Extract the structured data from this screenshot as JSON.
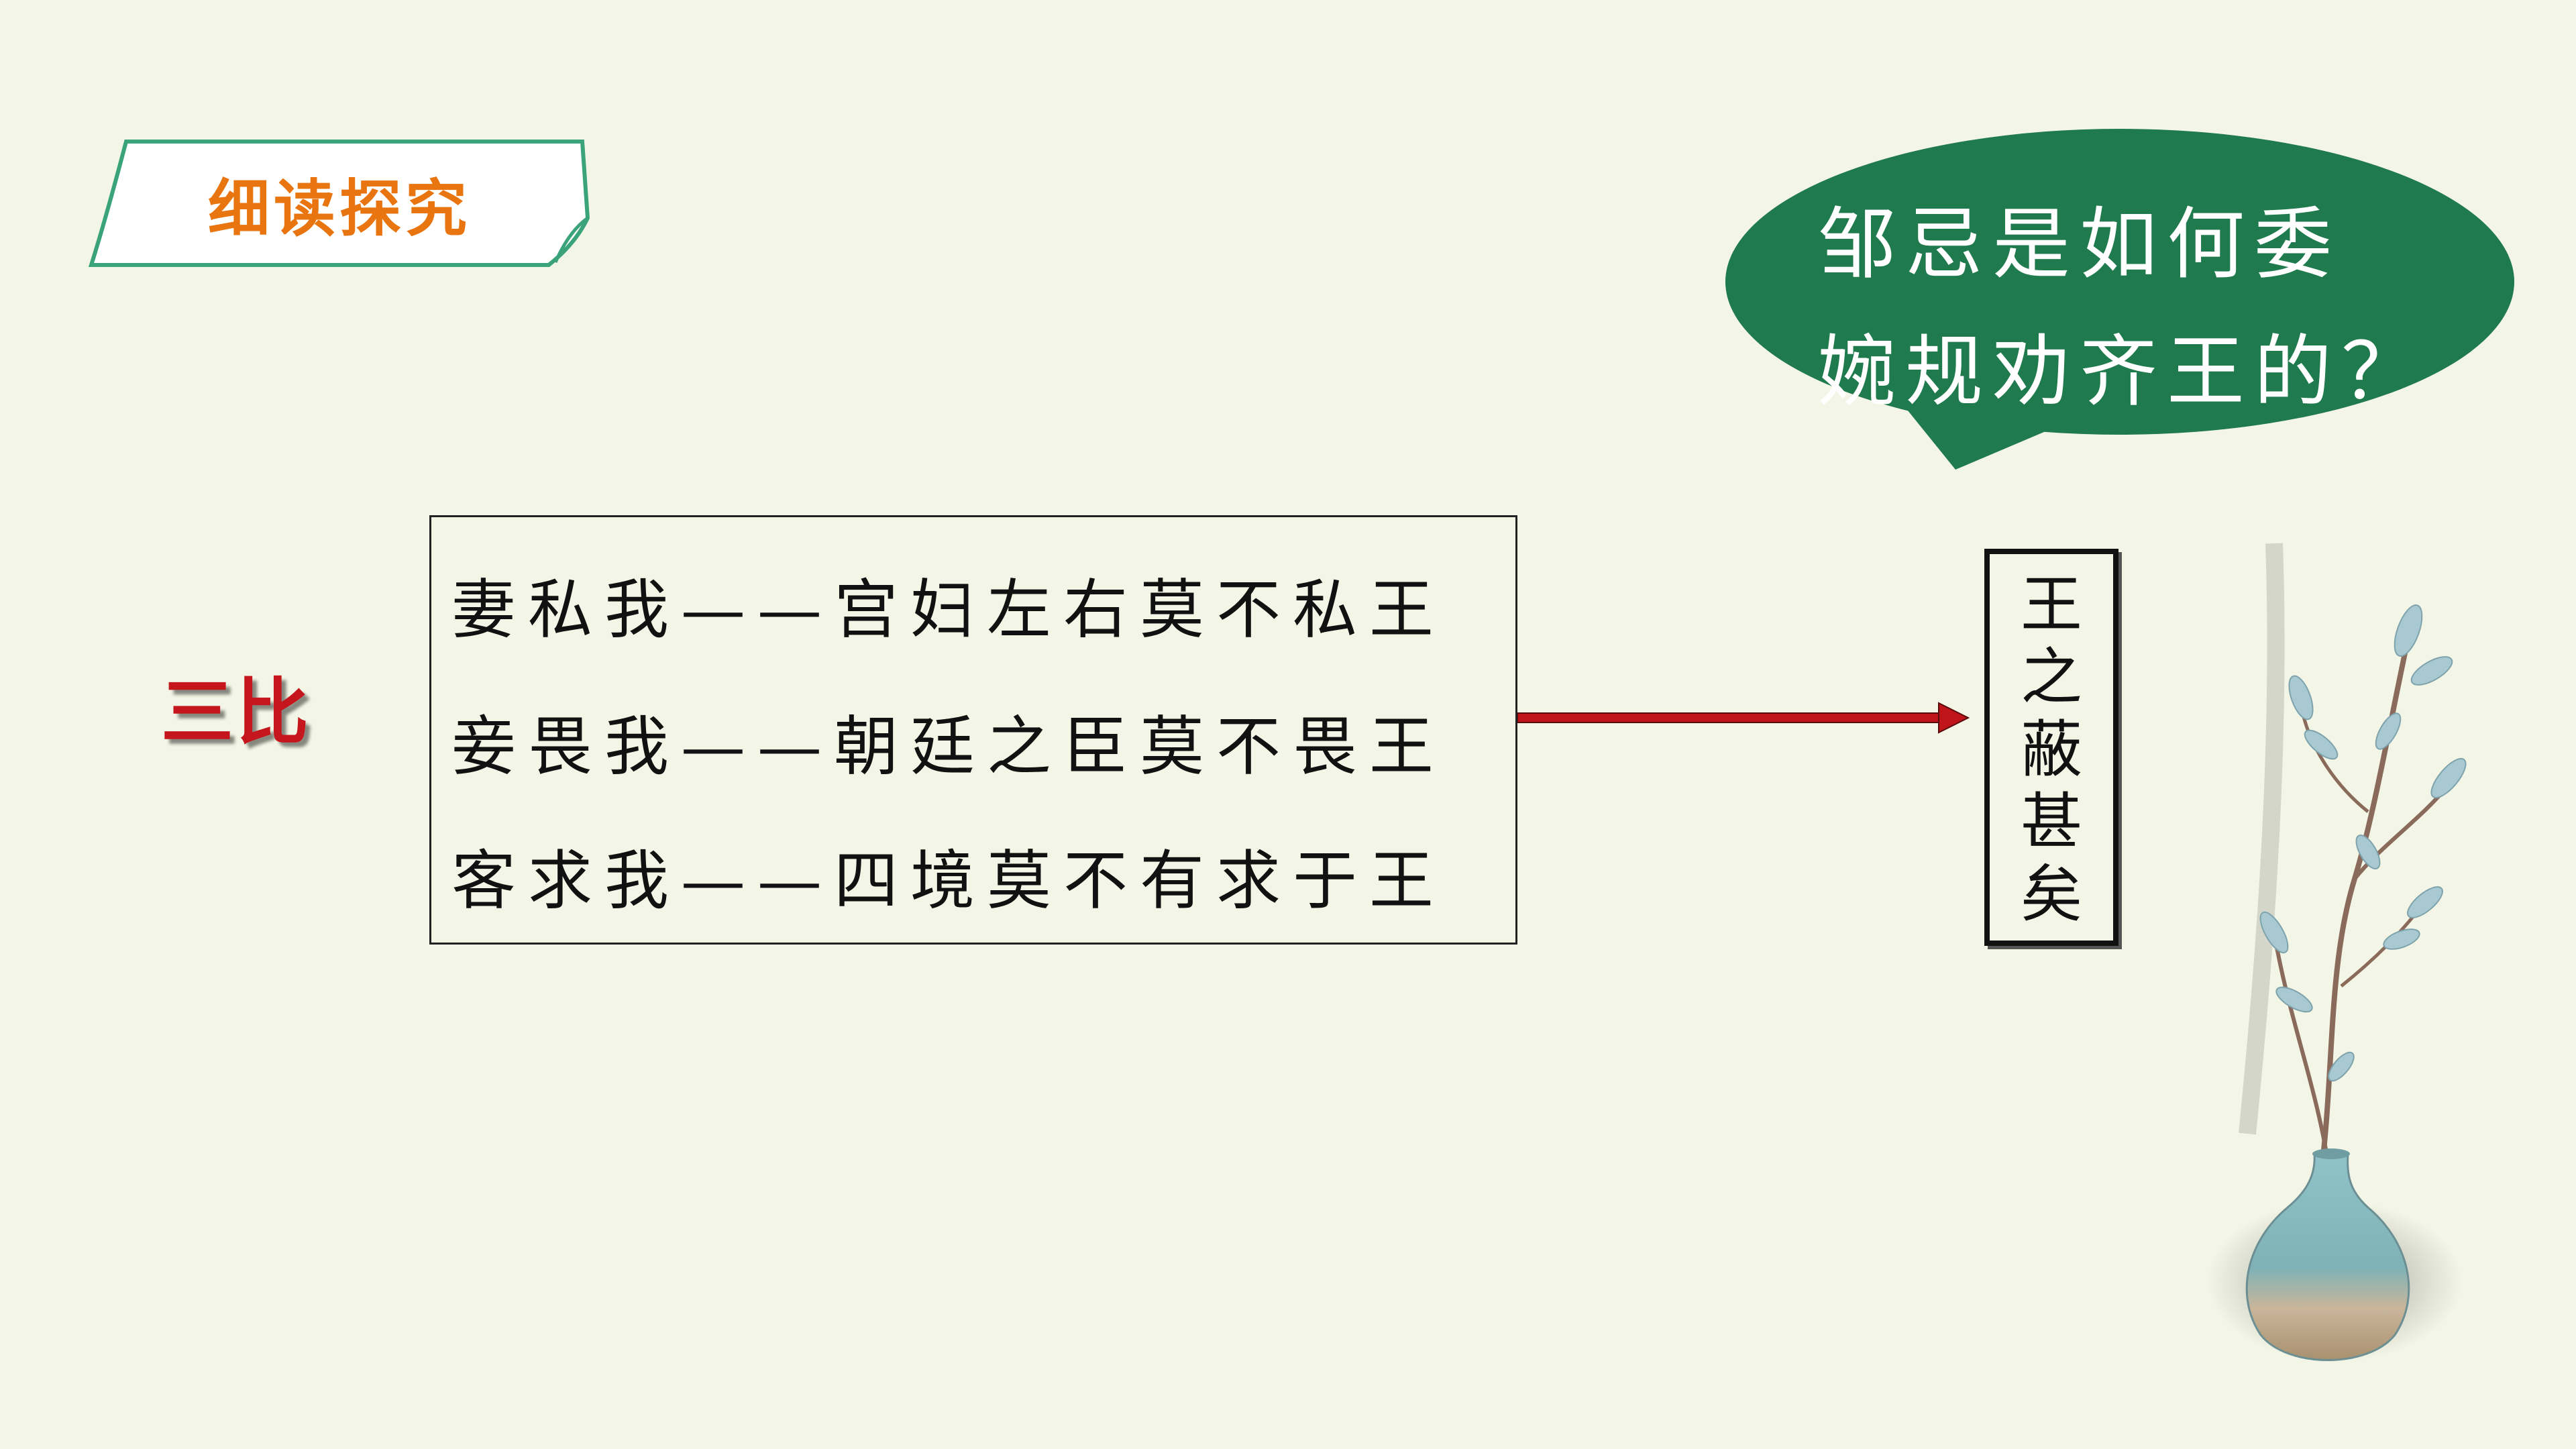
{
  "section_tag": {
    "label": "细读探究"
  },
  "question": {
    "lines": [
      "邹忌是如何委",
      "婉规劝齐王的？"
    ]
  },
  "comparison_label": "三比",
  "comparisons": [
    {
      "text": "妻私我——宫妇左右莫不私王"
    },
    {
      "text": "妾畏我——朝廷之臣莫不畏王"
    },
    {
      "text": "客求我——四境莫不有求于王"
    }
  ],
  "conclusion": {
    "chars": [
      "王",
      "之",
      "蔽",
      "甚",
      "矣"
    ]
  },
  "colors": {
    "background": "#f3f6e6",
    "tag_green": "#3aa37a",
    "tag_text": "#e8750f",
    "bubble_green": "#1f7a4d",
    "label_red": "#c4161c",
    "arrow_red": "#c0141b"
  },
  "illustration": {
    "icon": "vase-with-branch-icon"
  }
}
